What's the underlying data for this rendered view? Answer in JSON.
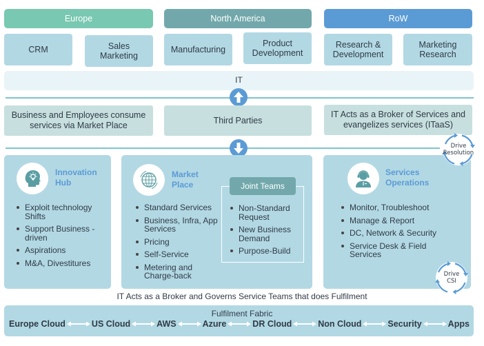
{
  "regions": [
    {
      "label": "Europe",
      "color": "#79c8b1"
    },
    {
      "label": "North America",
      "color": "#72a8ab"
    },
    {
      "label": "RoW",
      "color": "#5b9bd5"
    }
  ],
  "departments": [
    {
      "label": "CRM"
    },
    {
      "label": "Sales Marketing"
    },
    {
      "label": "Manufacturing"
    },
    {
      "label": "Product Development"
    },
    {
      "label": "Research & Development"
    },
    {
      "label": "Marketing Research"
    }
  ],
  "it_bar": {
    "label": "IT"
  },
  "flow_arrows": {
    "up": "arrow-up-icon",
    "down": "arrow-down-icon"
  },
  "consumers": [
    {
      "label": "Business and Employees consume services via Market Place"
    },
    {
      "label": "Third Parties"
    },
    {
      "label": "IT Acts as a Broker of Services and evangelizes services (ITaaS)"
    }
  ],
  "panels": {
    "innovation_hub": {
      "title_line1": "Innovation",
      "title_line2": "Hub",
      "icon": "head-lightbulb-icon",
      "items": [
        "Exploit technology Shifts",
        "Support Business - driven",
        "Aspirations",
        "M&A, Divestitures"
      ]
    },
    "market_place": {
      "title_line1": "Market",
      "title_line2": "Place",
      "icon": "globe-icon",
      "items": [
        "Standard Services",
        "Business, Infra, App Services",
        "Pricing",
        "Self-Service",
        "Metering and Charge-back"
      ],
      "joint_teams": {
        "title": "Joint Teams",
        "items": [
          "Non-Standard Request",
          "New Business Demand",
          "Purpose-Build"
        ]
      }
    },
    "services_operations": {
      "title_line1": "Services",
      "title_line2": "Operations",
      "icon": "headset-agent-icon",
      "items": [
        "Monitor, Troubleshoot",
        "Manage &  Report",
        "DC, Network & Security",
        "Service Desk & Field Services"
      ]
    }
  },
  "cycles": {
    "resolution": {
      "line1": "Drive",
      "line2": "Resolution"
    },
    "csi": {
      "line1": "Drive",
      "line2": "CSI"
    }
  },
  "broker_text": "IT Acts as a Broker and Governs Service Teams that does Fulfilment",
  "fabric": {
    "title": "Fulfilment Fabric",
    "items": [
      "Europe Cloud",
      "US Cloud",
      "AWS",
      "Azure",
      "DR Cloud",
      "Non Cloud",
      "Security",
      "Apps"
    ]
  },
  "colors": {
    "accent_blue": "#5b9bd5",
    "teal": "#72a8ab",
    "green": "#79c8b1",
    "panel_bg": "#b2d8e4",
    "consumer_bg": "#c7dfdf",
    "line": "#7cc4cf"
  }
}
